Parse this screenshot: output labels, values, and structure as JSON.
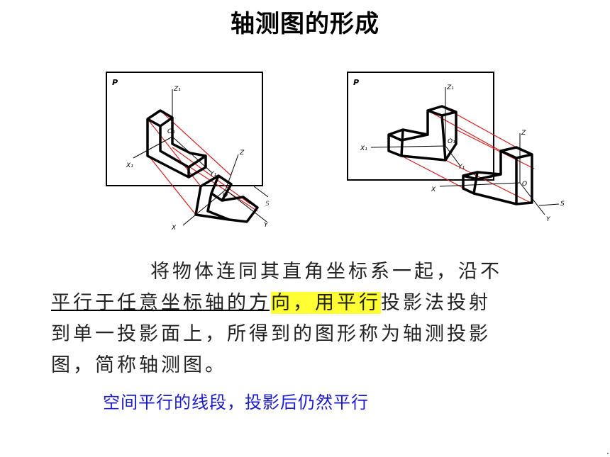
{
  "title": "轴测图的形成",
  "figure_left": {
    "plane": "P",
    "labels": {
      "z1": "Z₁",
      "o1": "O₁",
      "x1": "X₁",
      "y1": "Y₁",
      "z": "Z",
      "o": "O",
      "x": "X",
      "y": "Y",
      "s": "S"
    }
  },
  "figure_right": {
    "plane": "P",
    "labels": {
      "z1": "Z₁",
      "o1": "O₁",
      "x1": "X₁",
      "y1": "Y₁",
      "z": "Z",
      "o": "O",
      "x": "X",
      "y": "Y",
      "s": "S"
    }
  },
  "paragraph": {
    "line1": "将物体连同其直角坐标系一起，沿不",
    "line2_a": "平行于任意坐标轴的方",
    "line2_hl": "向，用平行",
    "line2_b": "投影法投射",
    "line3": "到单一投影面上，所得到的图形称为轴测投影",
    "line4": "图，简称轴测图。"
  },
  "note": "空间平行的线段，投影后仍然平行",
  "colors": {
    "highlight": "#ffff33",
    "note": "#1a1acc",
    "projection_rays": "#d02020"
  }
}
